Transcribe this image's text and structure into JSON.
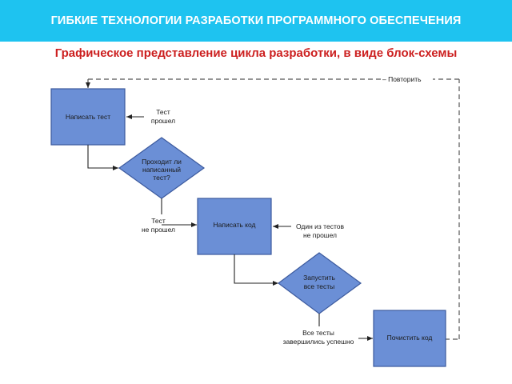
{
  "header": {
    "title": "ГИБКИЕ ТЕХНОЛОГИИ РАЗРАБОТКИ ПРОГРАММНОГО ОБЕСПЕЧЕНИЯ",
    "background_color": "#1ec3f0"
  },
  "subtitle": "Графическое представление цикла разработки, в виде блок-схемы",
  "diagram": {
    "box_fill": "#6b8fd6",
    "box_stroke": "#3c5a9e",
    "loop_label": "– Повторить",
    "nodes": {
      "write_test": "Написать тест",
      "test_passes": [
        "Проходит ли",
        "написанный",
        "тест?"
      ],
      "write_code": "Написать код",
      "run_tests": [
        "Запустить",
        "все тесты"
      ],
      "clean_code": "Почистить код"
    },
    "edge_labels": {
      "test_passed": [
        "Тест",
        "прошел"
      ],
      "test_failed": [
        "Тест",
        "не прошел"
      ],
      "one_failed": [
        "Один из тестов",
        "не прошел"
      ],
      "all_passed": [
        "Все тесты",
        "завершились успешно"
      ]
    }
  }
}
